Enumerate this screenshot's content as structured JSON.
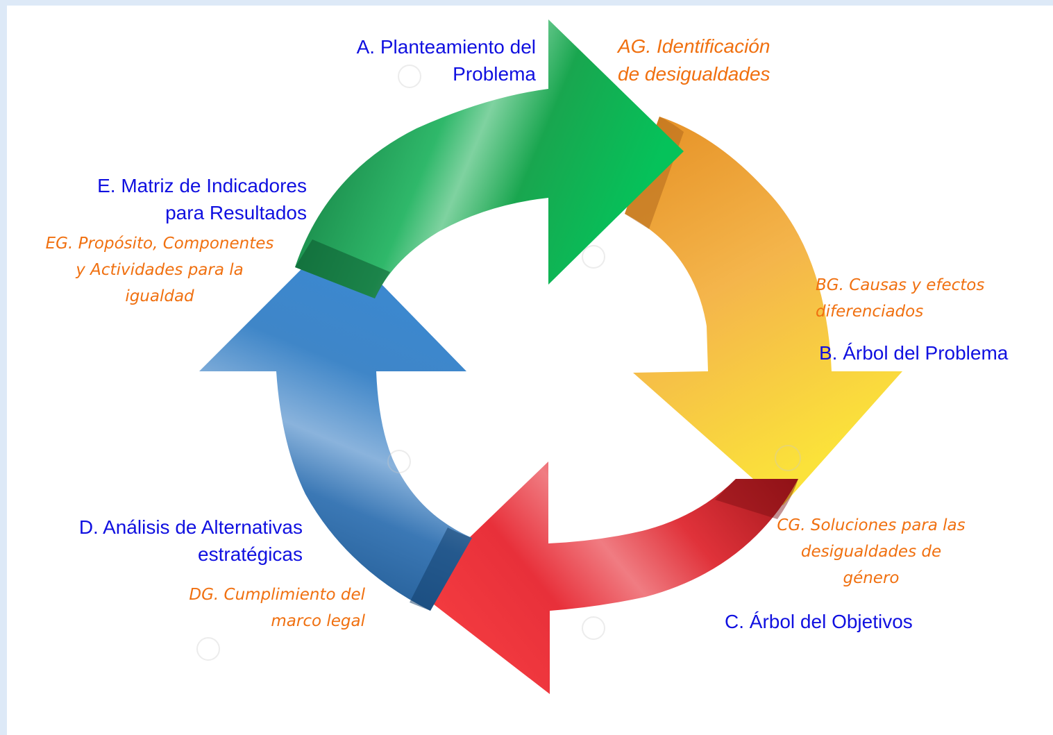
{
  "stages": {
    "A": "A. Planteamiento del\nProblema",
    "B": "B. Árbol del Problema",
    "C": "C. Árbol del Objetivos",
    "D": "D. Análisis de Alternativas\nestratégicas",
    "E": "E. Matriz de Indicadores\npara Resultados"
  },
  "gender_notes": {
    "AG": "AG. Identificación\nde desigualdades",
    "BG": "BG. Causas y efectos\ndiferenciados",
    "CG": "CG. Soluciones para las\ndesigualdades de\ngénero",
    "DG": "DG. Cumplimiento del\nmarco legal",
    "EG": "EG. Propósito, Componentes\ny Actividades para la\nigualdad"
  },
  "colors": {
    "stage_text": "#1010e0",
    "gender_text": "#f07010",
    "arrow_green": "#1fae55",
    "arrow_orange": "#f0a83a",
    "arrow_red": "#e8303a",
    "arrow_blue": "#3f86c8"
  }
}
